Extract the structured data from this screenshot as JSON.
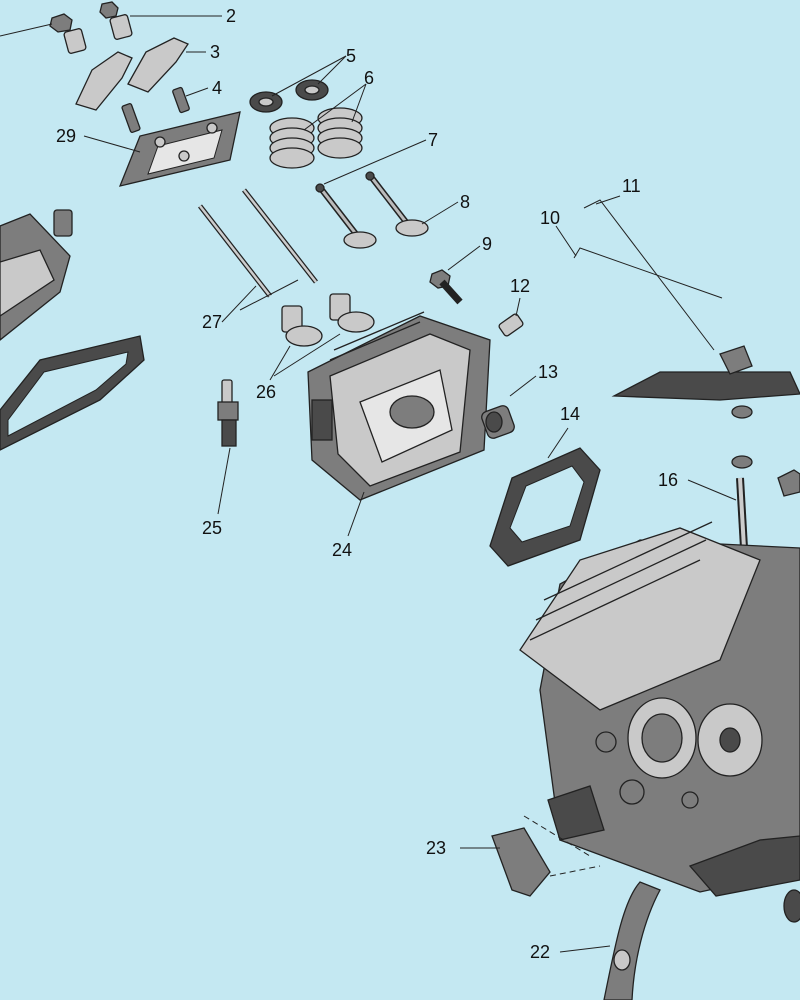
{
  "diagram": {
    "type": "exploded-parts-view",
    "background": "#c4e8f2",
    "callouts": [
      {
        "id": "c2",
        "text": "2"
      },
      {
        "id": "c3",
        "text": "3"
      },
      {
        "id": "c4",
        "text": "4"
      },
      {
        "id": "c5",
        "text": "5"
      },
      {
        "id": "c6",
        "text": "6"
      },
      {
        "id": "c7",
        "text": "7"
      },
      {
        "id": "c8",
        "text": "8"
      },
      {
        "id": "c9",
        "text": "9"
      },
      {
        "id": "c10",
        "text": "10"
      },
      {
        "id": "c11",
        "text": "11"
      },
      {
        "id": "c12",
        "text": "12"
      },
      {
        "id": "c13",
        "text": "13"
      },
      {
        "id": "c14",
        "text": "14"
      },
      {
        "id": "c16",
        "text": "16"
      },
      {
        "id": "c22",
        "text": "22"
      },
      {
        "id": "c23",
        "text": "23"
      },
      {
        "id": "c24",
        "text": "24"
      },
      {
        "id": "c25",
        "text": "25"
      },
      {
        "id": "c26",
        "text": "26"
      },
      {
        "id": "c27",
        "text": "27"
      },
      {
        "id": "c29",
        "text": "29"
      }
    ]
  }
}
